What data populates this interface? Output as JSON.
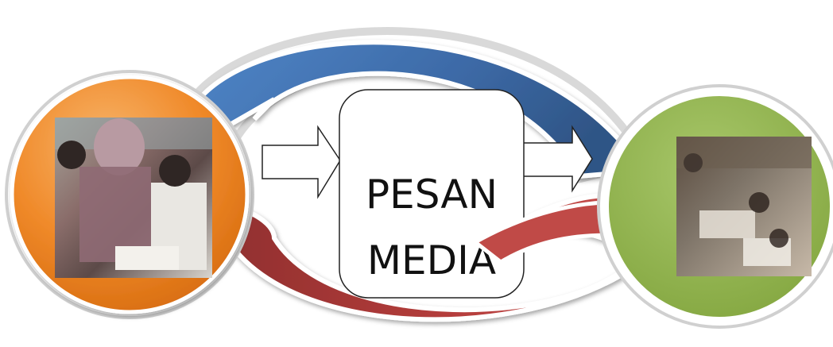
{
  "diagram": {
    "center_box": {
      "line1": "PESAN",
      "line2": "MEDIA"
    },
    "photos": {
      "left": "teacher-helping-students-photo",
      "right": "students-drawing-classroom-photo"
    },
    "colors": {
      "orange_circle": "#f08a2a",
      "green_circle": "#8fb34a",
      "blue_arrow": "#3f6fae",
      "red_arrow": "#b03a3a",
      "box_fill": "#ffffff",
      "box_border": "#222222"
    }
  }
}
